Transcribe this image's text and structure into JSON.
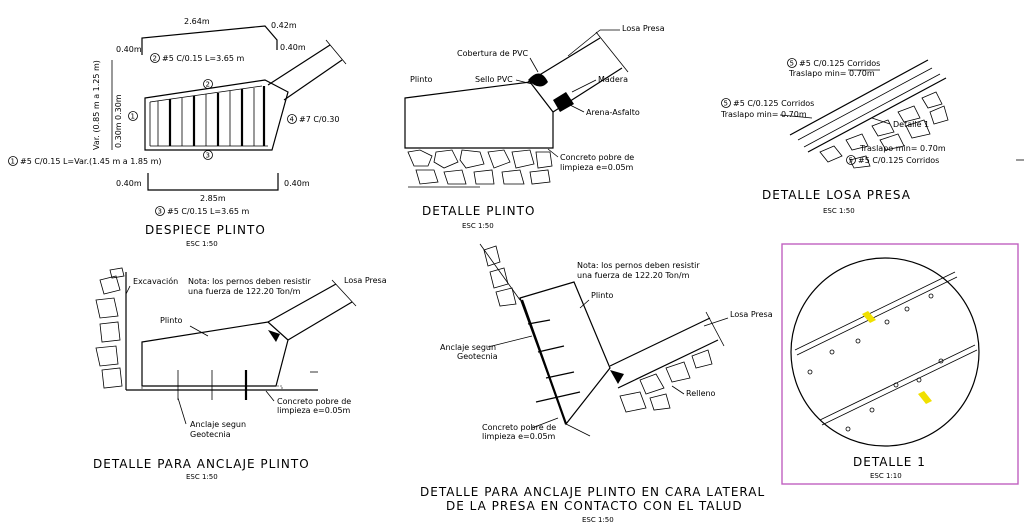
{
  "despiece": {
    "dim_top": "2.64m",
    "dim_top_right": "0.42m",
    "dim_left_top": "0.40m",
    "dim_right_top": "0.40m",
    "bar2": "#5 C/0.15 L=3.65 m",
    "var_label": "Var. (0.85 m a 1.25 m)",
    "dim_030": "0.30m",
    "dim_030b": "0.30m",
    "bar4": "#7 C/0.30",
    "bar1": "#5 C/0.15 L=Var.(1.45 m a 1.85 m)",
    "dim_bottom_left": "0.40m",
    "dim_bottom_right": "0.40m",
    "dim_bottom": "2.85m",
    "bar3": "#5 C/0.15 L=3.65 m",
    "n1": "1",
    "n2": "2",
    "n3": "3",
    "n4": "4",
    "title": "DESPIECE PLINTO",
    "scale": "ESC 1:50"
  },
  "detalle_plinto": {
    "losa_presa": "Losa Presa",
    "cobertura": "Cobertura de PVC",
    "sello": "Sello PVC",
    "plinto": "Plinto",
    "madera": "Madera",
    "arena": "Arena-Asfalto",
    "concreto": "Concreto pobre de",
    "limpieza": "limpieza e=0.05m",
    "title": "DETALLE PLINTO",
    "scale": "ESC 1:50"
  },
  "losa": {
    "n5": "5",
    "top_bar": "#5 C/0.125 Corridos",
    "top_trasl": "Traslapo min= 0.70m",
    "mid_bar": "#5 C/0.125 Corridos",
    "mid_trasl": "Traslapo min= 0.70m",
    "detalle1": "Detalle 1",
    "bot_trasl": "Traslapo min= 0.70m",
    "bot_bar": "#5 C/0.125 Corridos",
    "title": "DETALLE LOSA PRESA",
    "scale": "ESC 1:50"
  },
  "anclaje": {
    "excavacion": "Excavación",
    "nota1": "Nota: los pernos deben resistir",
    "nota2": "una fuerza de 122.20 Ton/m",
    "losa": "Losa Presa",
    "plinto": "Plinto",
    "concreto": "Concreto pobre de",
    "limpieza": "limpieza e=0.05m",
    "anclaje1": "Anclaje segun",
    "anclaje2": "Geotecnia",
    "title": "DETALLE PARA ANCLAJE PLINTO",
    "scale": "ESC 1:50"
  },
  "lateral": {
    "nota1": "Nota: los pernos deben resistir",
    "nota2": "una fuerza de 122.20 Ton/m",
    "plinto": "Plinto",
    "losa": "Losa Presa",
    "anclaje1": "Anclaje segun",
    "anclaje2": "Geotecnia",
    "relleno": "Relleno",
    "concreto": "Concreto pobre de",
    "limpieza": "limpieza e=0.05m",
    "title1": "DETALLE PARA ANCLAJE PLINTO EN CARA LATERAL",
    "title2": "DE LA PRESA EN CONTACTO CON EL TALUD",
    "scale": "ESC 1:50"
  },
  "detalle1": {
    "title": "DETALLE 1",
    "scale": "ESC 1:10",
    "frame_color": "#c060c0",
    "marker_color": "#f0e000"
  }
}
